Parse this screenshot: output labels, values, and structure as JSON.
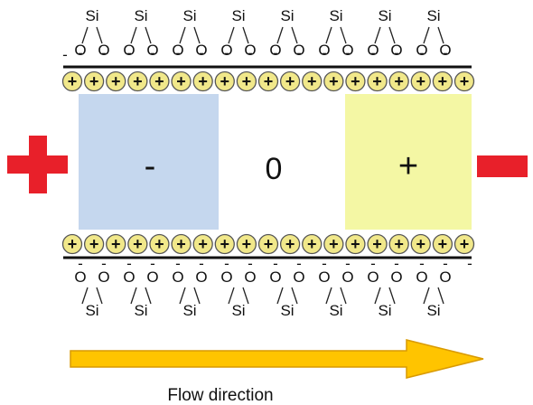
{
  "top_wall": {
    "si_label": "Si",
    "o_label": "O",
    "charge_label": "-",
    "si_count": 8
  },
  "bottom_wall": {
    "si_label": "Si",
    "o_label": "O",
    "charge_label": "-",
    "si_count": 8
  },
  "bead_label": "+",
  "bead_count": 19,
  "zones": [
    {
      "label": "-",
      "color": "#c5d7ee"
    },
    {
      "label": "0",
      "color": "#ffffff"
    },
    {
      "label": "+",
      "color": "#f4f7a4"
    }
  ],
  "electrodes": {
    "left_color": "#e8202a",
    "right_color": "#e8202a"
  },
  "arrow": {
    "label": "Flow direction",
    "fill_color": "#ffc400",
    "stroke_color": "#d99a00"
  },
  "bead_fill": "#f1e88a",
  "bead_stroke": "#555555"
}
